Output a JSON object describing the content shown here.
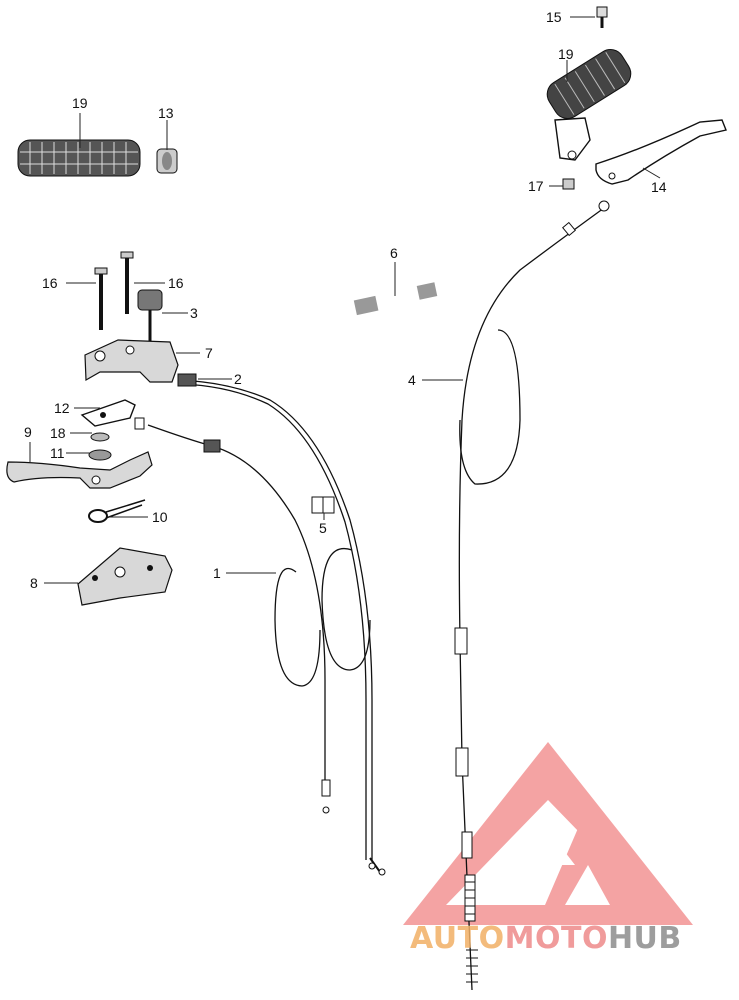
{
  "callouts": [
    {
      "id": "c15",
      "label": "15"
    },
    {
      "id": "c19a",
      "label": "19"
    },
    {
      "id": "c19b",
      "label": "19"
    },
    {
      "id": "c13",
      "label": "13"
    },
    {
      "id": "c17",
      "label": "17"
    },
    {
      "id": "c14",
      "label": "14"
    },
    {
      "id": "c6",
      "label": "6"
    },
    {
      "id": "c16a",
      "label": "16"
    },
    {
      "id": "c16b",
      "label": "16"
    },
    {
      "id": "c3",
      "label": "3"
    },
    {
      "id": "c7",
      "label": "7"
    },
    {
      "id": "c2",
      "label": "2"
    },
    {
      "id": "c4",
      "label": "4"
    },
    {
      "id": "c12",
      "label": "12"
    },
    {
      "id": "c9",
      "label": "9"
    },
    {
      "id": "c18",
      "label": "18"
    },
    {
      "id": "c11",
      "label": "11"
    },
    {
      "id": "c10",
      "label": "10"
    },
    {
      "id": "c5",
      "label": "5"
    },
    {
      "id": "c1",
      "label": "1"
    },
    {
      "id": "c8",
      "label": "8"
    }
  ],
  "watermark": {
    "part1": "AUTO",
    "part2": "MOTO",
    "part3": "HUB",
    "colors": {
      "auto": "#f2b066",
      "moto": "#ee8a8a",
      "hub": "#8c8c8c",
      "logo": "#f08080"
    }
  }
}
